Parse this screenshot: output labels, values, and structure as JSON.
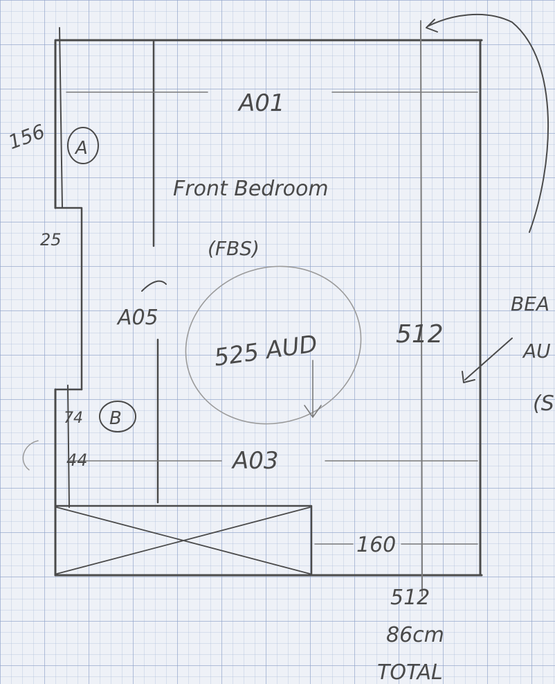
{
  "labels": {
    "window_a01": "A01",
    "room_name": "Front Bedroom",
    "room_code": "(FBS)",
    "height_a01": "156",
    "marker_a": "A",
    "gap_25": "25",
    "window_a05": "A05",
    "oval_text": "525 AUD",
    "height_512": "512",
    "side_label_1": "BEA",
    "side_label_2": "AU",
    "side_label_3": "(S",
    "height_74": "74",
    "marker_b": "B",
    "height_44": "44",
    "window_a03": "A03",
    "dim_160": "160",
    "bottom_1": "512",
    "bottom_2": "86cm",
    "bottom_3": "TOTAL"
  }
}
